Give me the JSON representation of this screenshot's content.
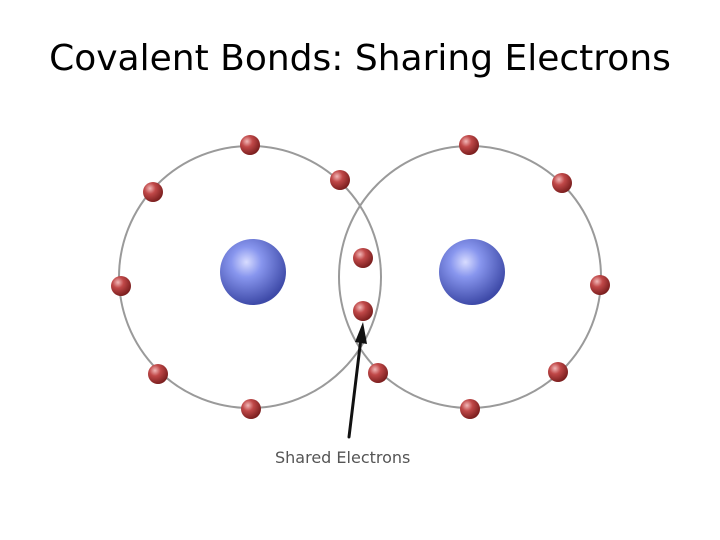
{
  "title": "Covalent Bonds: Sharing Electrons",
  "diagram": {
    "caption": "Shared Electrons",
    "atoms": [
      {
        "electron_count": 8
      },
      {
        "electron_count": 8
      }
    ],
    "shared_electron_count": 2,
    "colors": {
      "nucleus": "#6f7fe0",
      "nucleus_highlight": "#c6ccff",
      "nucleus_shadow": "#3e4aa8",
      "electron": "#b23a3a",
      "electron_highlight": "#e9a0a0",
      "orbit": "#9a9a9a",
      "arrow": "#111111",
      "caption": "#555555"
    }
  }
}
